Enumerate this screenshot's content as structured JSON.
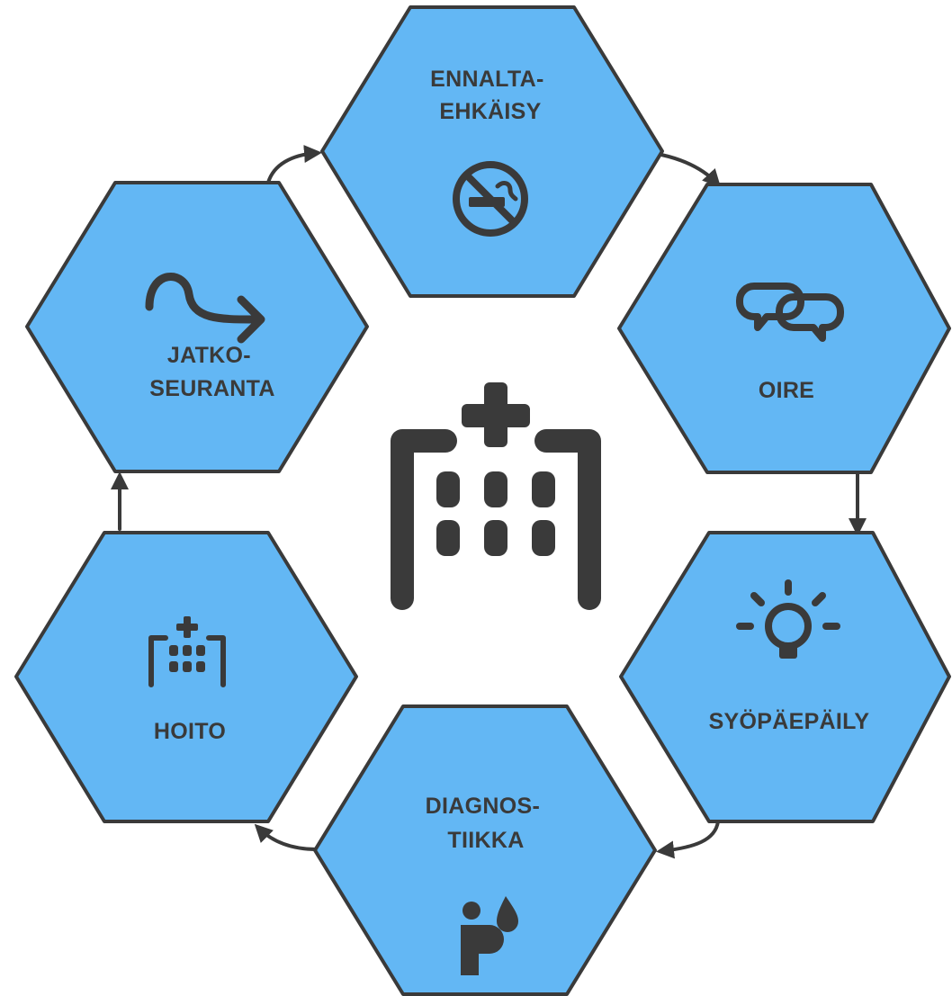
{
  "colors": {
    "hexagon_fill": "#63b7f4",
    "outline": "#3a3a3a",
    "background": "#ffffff"
  },
  "center": {
    "icon": "hospital-icon"
  },
  "stages": [
    {
      "id": "ennaltaehkaisy",
      "label_lines": [
        "ENNALTA-",
        "EHKÄISY"
      ],
      "icon": "no-smoking-icon"
    },
    {
      "id": "oire",
      "label_lines": [
        "OIRE"
      ],
      "icon": "speech-bubbles-icon"
    },
    {
      "id": "syopaepaily",
      "label_lines": [
        "SYÖPÄEPÄILY"
      ],
      "icon": "lightbulb-icon"
    },
    {
      "id": "diagnostiikka",
      "label_lines": [
        "DIAGNOS-",
        "TIIKKA"
      ],
      "icon": "blood-drop-person-icon"
    },
    {
      "id": "hoito",
      "label_lines": [
        "HOITO"
      ],
      "icon": "hospital-icon"
    },
    {
      "id": "jatkoseuranta",
      "label_lines": [
        "JATKO-",
        "SEURANTA"
      ],
      "icon": "curvy-arrow-icon"
    }
  ]
}
